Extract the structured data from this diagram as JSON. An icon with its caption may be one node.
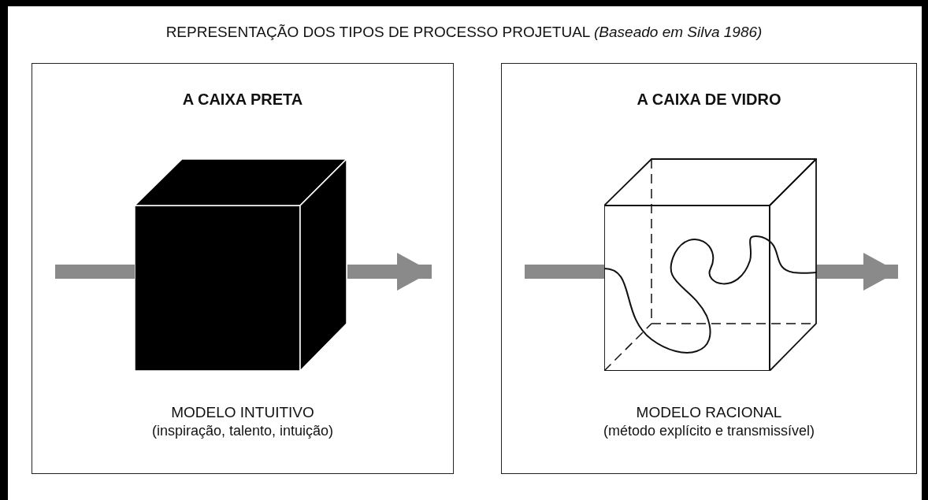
{
  "diagram": {
    "title": "REPRESENTAÇÃO DOS TIPOS DE PROCESSO PROJETUAL *(Baseado em Silva 1986)*",
    "nodes": [
      {
        "text": [
          "A CAIXA PRETA",
          "MODELO INTUITIVO",
          "(inspiração, talento, intuição)"
        ]
      },
      {
        "text": [],
        "shape": "box",
        "in": 0
      },
      {
        "text": [
          "A CAIXA DE VIDRO",
          "MODELO RACIONAL",
          "(método explícito e transmissível)"
        ]
      },
      {
        "text": [],
        "shape": "box",
        "in": 2
      }
    ],
    "edges": [
      {
        "from": null,
        "to": 1,
        "arrow": "none"
      },
      {
        "from": 1,
        "to": null,
        "arrow": "to"
      },
      {
        "from": null,
        "to": 3,
        "arrow": "none"
      },
      {
        "from": 3,
        "to": null,
        "arrow": "to"
      }
    ]
  }
}
